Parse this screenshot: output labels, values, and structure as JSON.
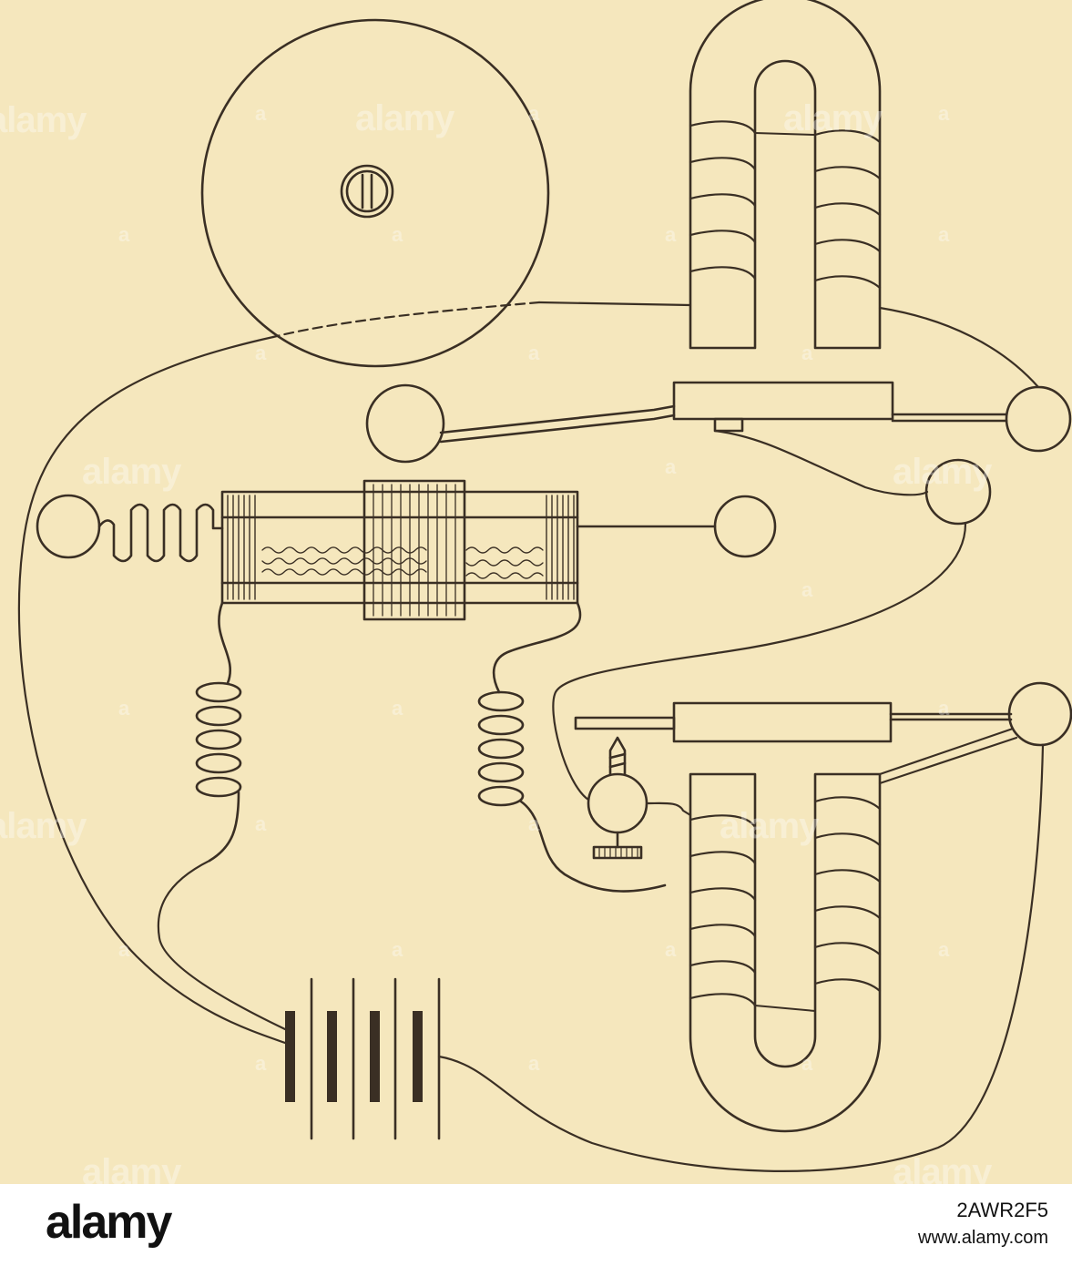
{
  "colors": {
    "paper": "#f5e7bd",
    "ink": "#3a2f24",
    "footer_bg": "#ffffff",
    "footer_text": "#111111"
  },
  "watermark": {
    "word": "alamy",
    "letter": "a"
  },
  "footer": {
    "logo": "alamy",
    "image_id": "2AWR2F5",
    "url": "www.alamy.com"
  }
}
